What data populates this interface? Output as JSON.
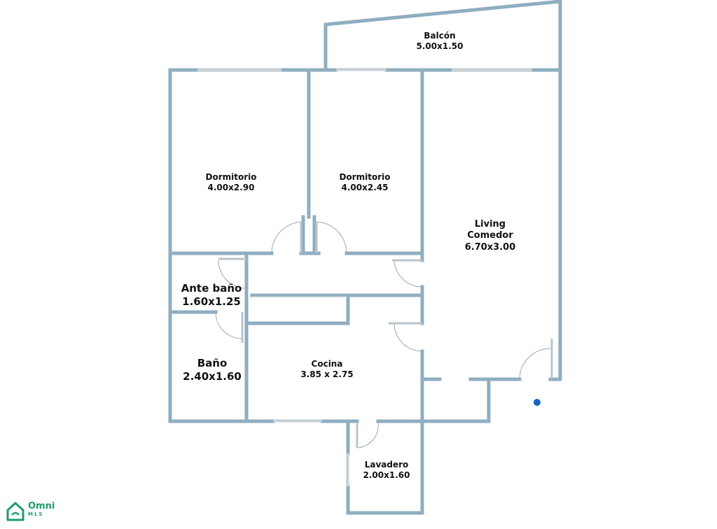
{
  "rooms": {
    "balcon": {
      "name": "Balcón",
      "size": "5.00x1.50"
    },
    "dormitorio_1": {
      "name": "Dormitorio",
      "size": "4.00x2.90"
    },
    "dormitorio_2": {
      "name": "Dormitorio",
      "size": "4.00x2.45"
    },
    "living": {
      "name_line1": "Living",
      "name_line2": "Comedor",
      "size": "6.70x3.00"
    },
    "ante_bano": {
      "name": "Ante baño",
      "size": "1.60x1.25"
    },
    "bano": {
      "name": "Baño",
      "size": "2.40x1.60"
    },
    "cocina": {
      "name": "Cocina",
      "size": "3.85 x 2.75"
    },
    "lavadero": {
      "name": "Lavadero",
      "size": "2.00x1.60"
    }
  },
  "logo": {
    "name": "Omni",
    "sub": "MLS",
    "color": "#1f9c6a"
  },
  "colors": {
    "wall": "#8faec0",
    "marker": "#1565c0"
  }
}
